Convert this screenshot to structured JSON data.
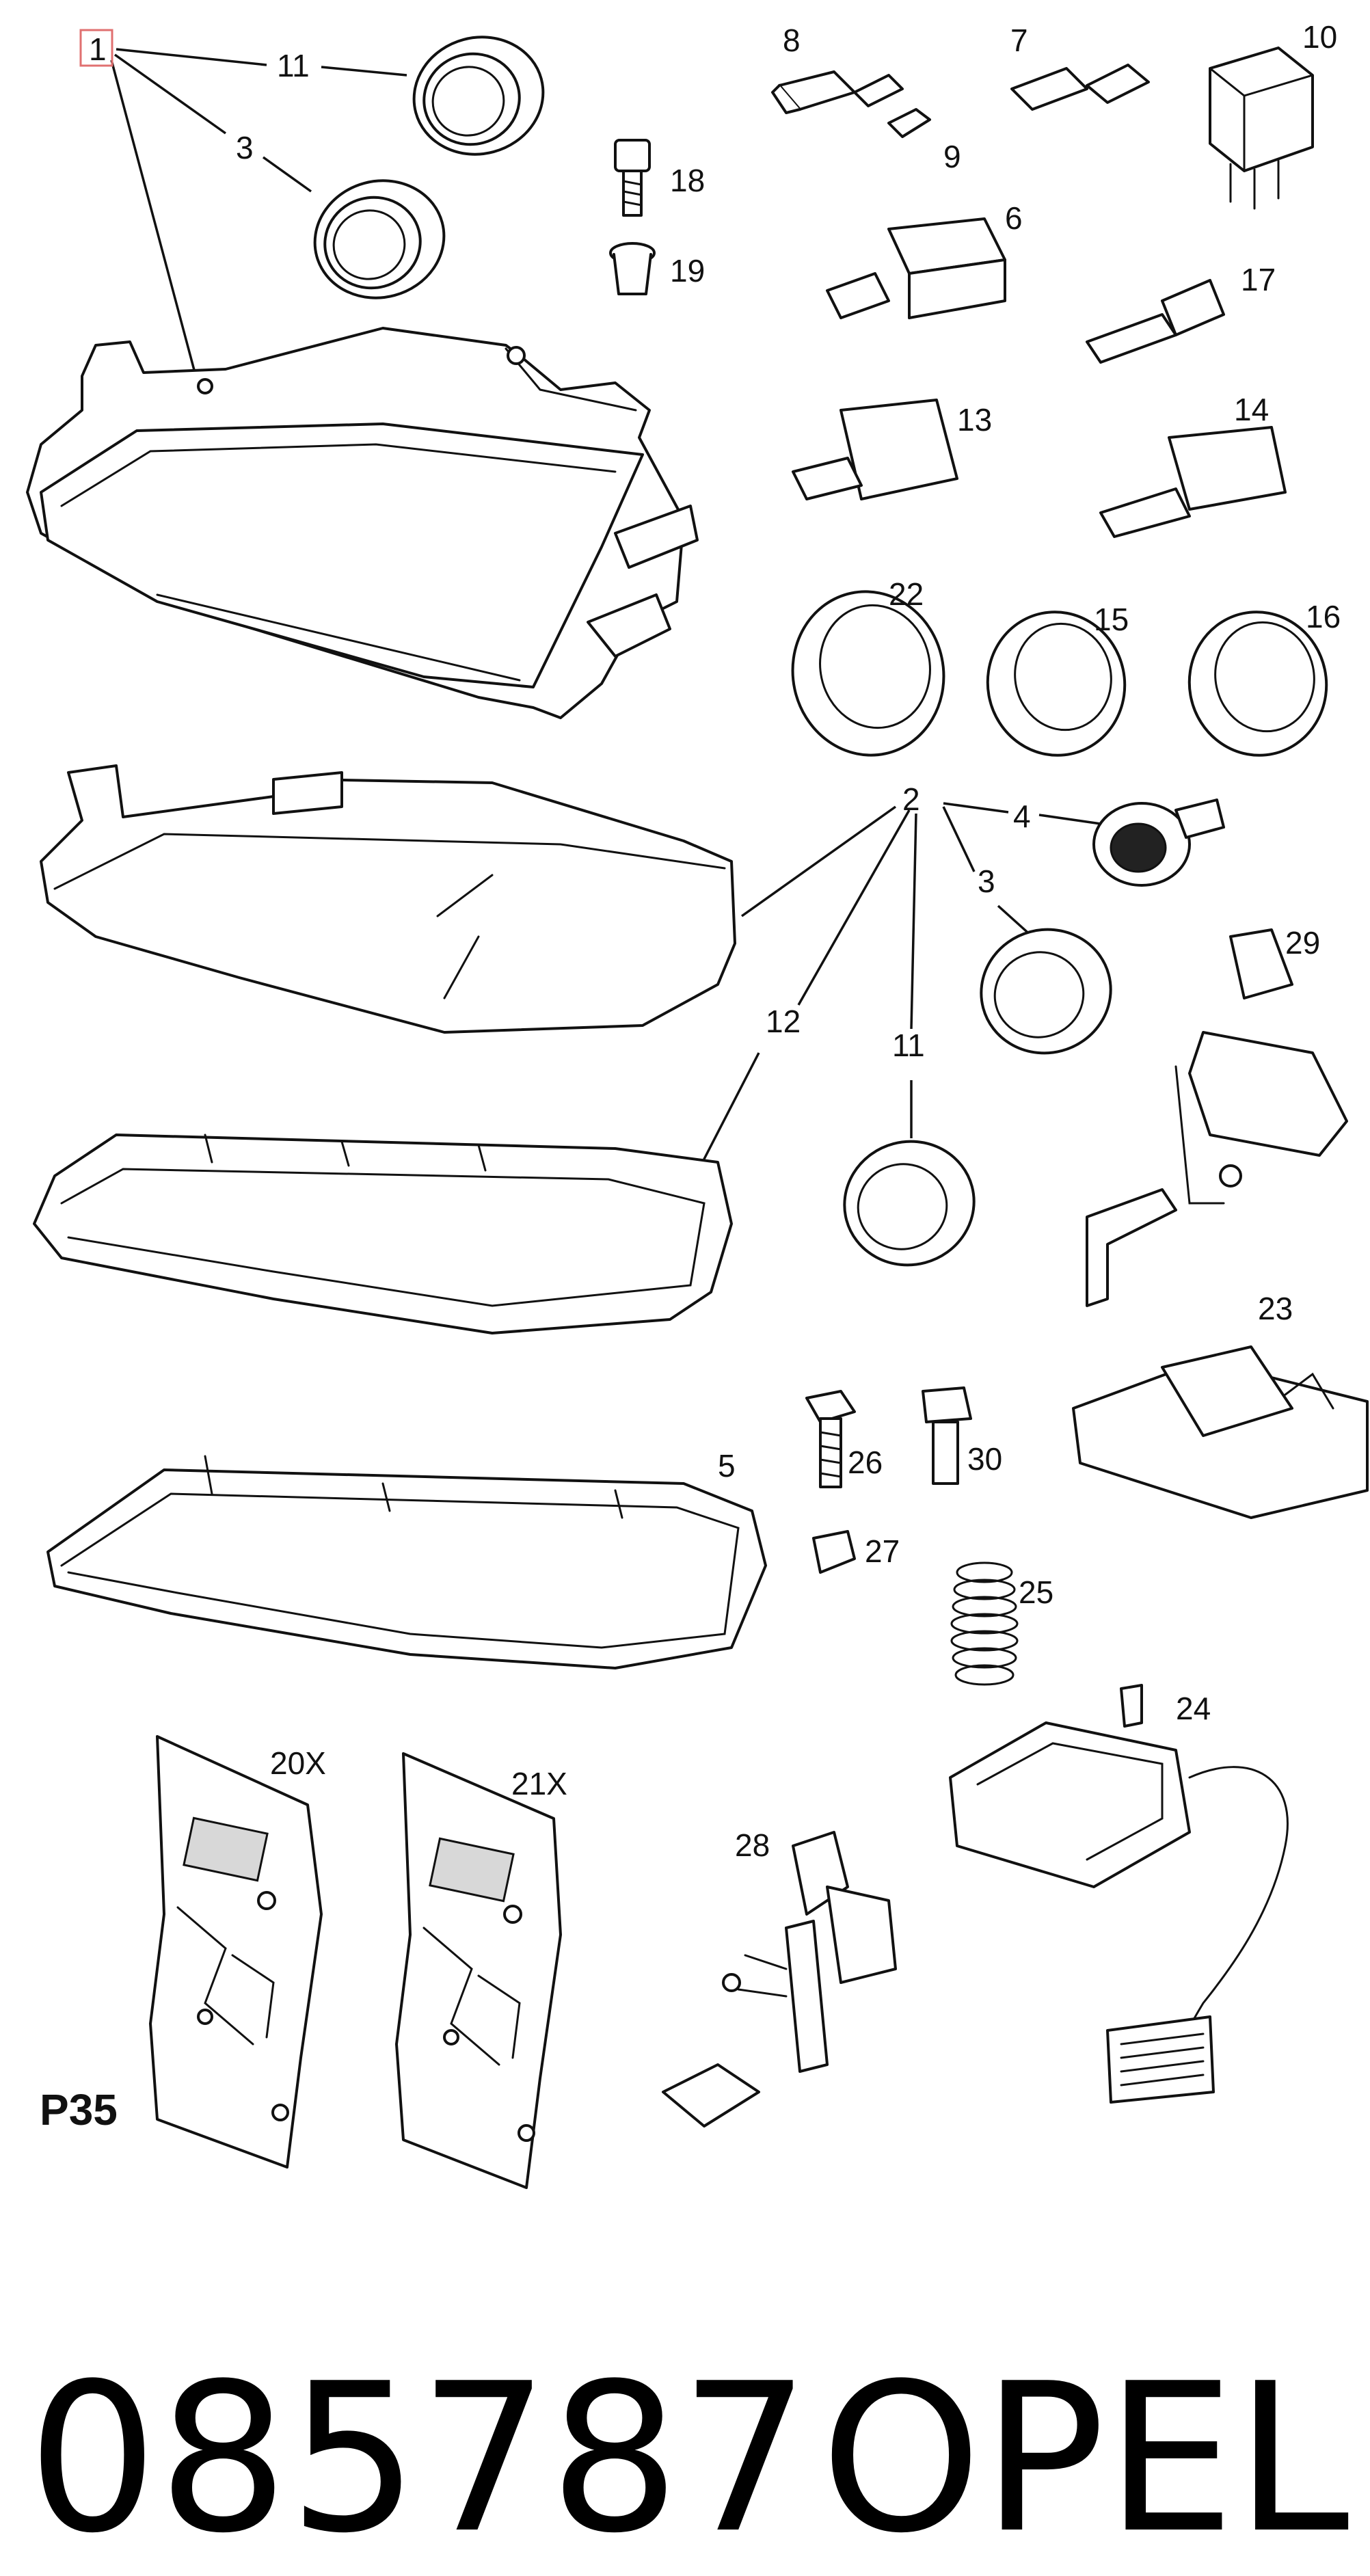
{
  "diagram": {
    "page_code": "P35",
    "part_number": "085787",
    "brand": "OPEL",
    "highlight_color": "#e07070",
    "callouts": {
      "c1": "1",
      "c2": "2",
      "c3a": "3",
      "c3b": "3",
      "c4": "4",
      "c5": "5",
      "c6": "6",
      "c7": "7",
      "c8": "8",
      "c9": "9",
      "c10": "10",
      "c11a": "11",
      "c11b": "11",
      "c12": "12",
      "c13": "13",
      "c14": "14",
      "c15": "15",
      "c16": "16",
      "c17": "17",
      "c18": "18",
      "c19": "19",
      "c20": "20X",
      "c21": "21X",
      "c22": "22",
      "c23": "23",
      "c24": "24",
      "c25": "25",
      "c26": "26",
      "c27": "27",
      "c28": "28",
      "c29": "29",
      "c30": "30"
    }
  }
}
